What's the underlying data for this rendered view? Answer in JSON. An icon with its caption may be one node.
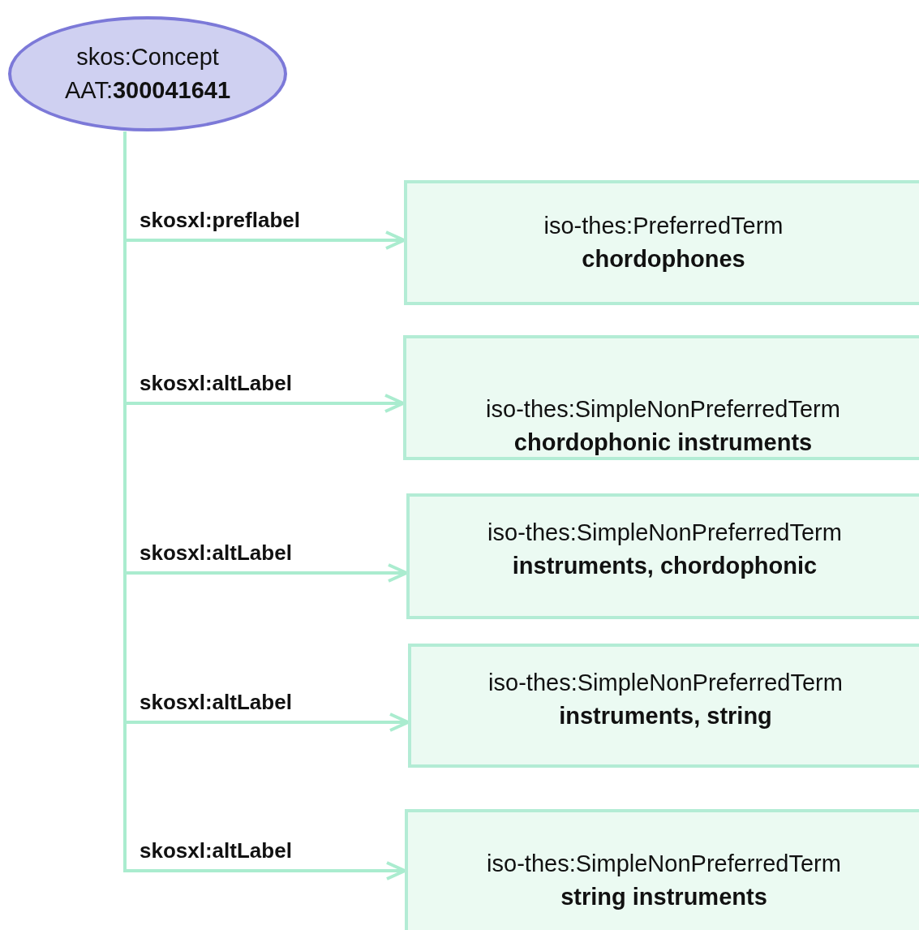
{
  "diagram": {
    "nodes": [
      {
        "text": [
          "skos:Concept",
          "AAT:**300041641**"
        ]
      },
      {
        "text": [
          "iso-thes:PreferredTerm",
          "chordophones"
        ]
      },
      {
        "text": [
          "iso-thes:SimpleNonPreferredTerm",
          "chordophonic instruments"
        ]
      },
      {
        "text": [
          "iso-thes:SimpleNonPreferredTerm",
          "instruments, chordophonic"
        ]
      },
      {
        "text": [
          "iso-thes:SimpleNonPreferredTerm",
          "instruments, string"
        ]
      },
      {
        "text": [
          "iso-thes:SimpleNonPreferredTerm",
          "string instruments"
        ]
      }
    ],
    "edges": [
      {
        "from": 0,
        "to": 1,
        "arrow": "to",
        "label": "skosxl:preflabel"
      },
      {
        "from": 0,
        "to": 2,
        "arrow": "to",
        "label": "skosxl:altLabel"
      },
      {
        "from": 0,
        "to": 3,
        "arrow": "to",
        "label": "skosxl:altLabel"
      },
      {
        "from": 0,
        "to": 4,
        "arrow": "to",
        "label": "skosxl:altLabel"
      },
      {
        "from": 0,
        "to": 5,
        "arrow": "to",
        "label": "skosxl:altLabel"
      }
    ]
  }
}
